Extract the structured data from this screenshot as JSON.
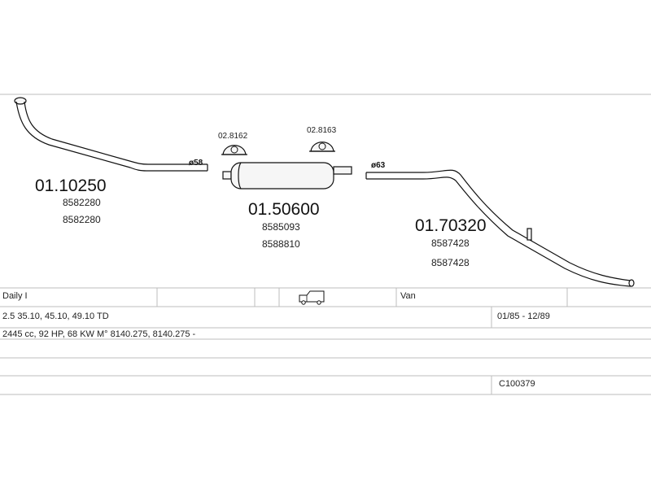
{
  "parts": {
    "front_pipe": {
      "number": "01.10250",
      "refs": [
        "8582280",
        "8582280"
      ],
      "diameter": "ø58"
    },
    "middle_silencer": {
      "number": "01.50600",
      "refs": [
        "8585093",
        "8588810"
      ]
    },
    "rear_pipe": {
      "number": "01.70320",
      "refs": [
        "8587428",
        "8587428"
      ],
      "diameter": "ø63"
    },
    "clamp_1": {
      "number": "02.8162"
    },
    "clamp_2": {
      "number": "02.8163"
    }
  },
  "table": {
    "model": "Daily I",
    "body_type": "Van",
    "variants": "2.5 35.10, 45.10, 49.10 TD",
    "years": "01/85 - 12/89",
    "engine": "2445 cc, 92 HP, 68 KW M° 8140.275, 8140.275 -",
    "code": "C100379",
    "van_icon": "van-icon"
  }
}
